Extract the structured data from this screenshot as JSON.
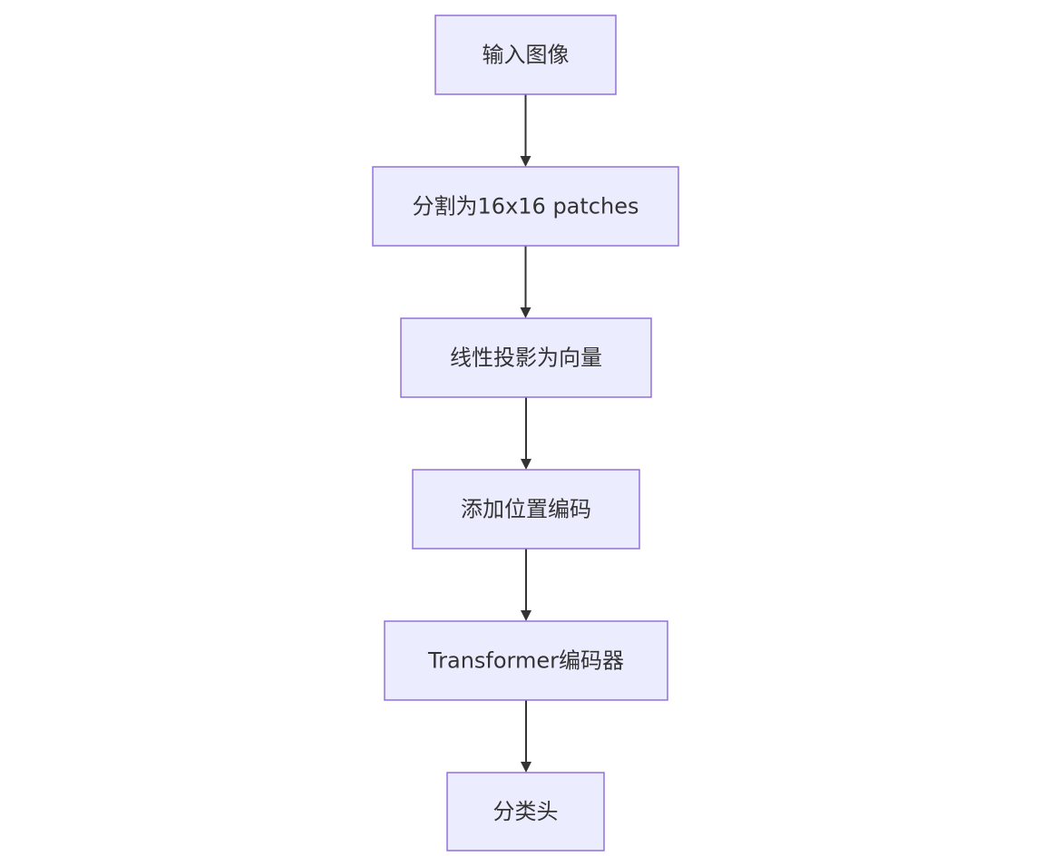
{
  "colors": {
    "node_fill": "#ECECFF",
    "node_stroke": "#9370DB",
    "edge": "#333333",
    "text": "#333333",
    "background": "#FFFFFF"
  },
  "nodes": [
    {
      "id": "input-image",
      "label": "输入图像"
    },
    {
      "id": "split-patches",
      "label": "分割为16x16 patches"
    },
    {
      "id": "linear-projection",
      "label": "线性投影为向量"
    },
    {
      "id": "position-encoding",
      "label": "添加位置编码"
    },
    {
      "id": "transformer-encoder",
      "label": "Transformer编码器"
    },
    {
      "id": "classification-head",
      "label": "分类头"
    }
  ],
  "edges": [
    {
      "from": "input-image",
      "to": "split-patches"
    },
    {
      "from": "split-patches",
      "to": "linear-projection"
    },
    {
      "from": "linear-projection",
      "to": "position-encoding"
    },
    {
      "from": "position-encoding",
      "to": "transformer-encoder"
    },
    {
      "from": "transformer-encoder",
      "to": "classification-head"
    }
  ]
}
